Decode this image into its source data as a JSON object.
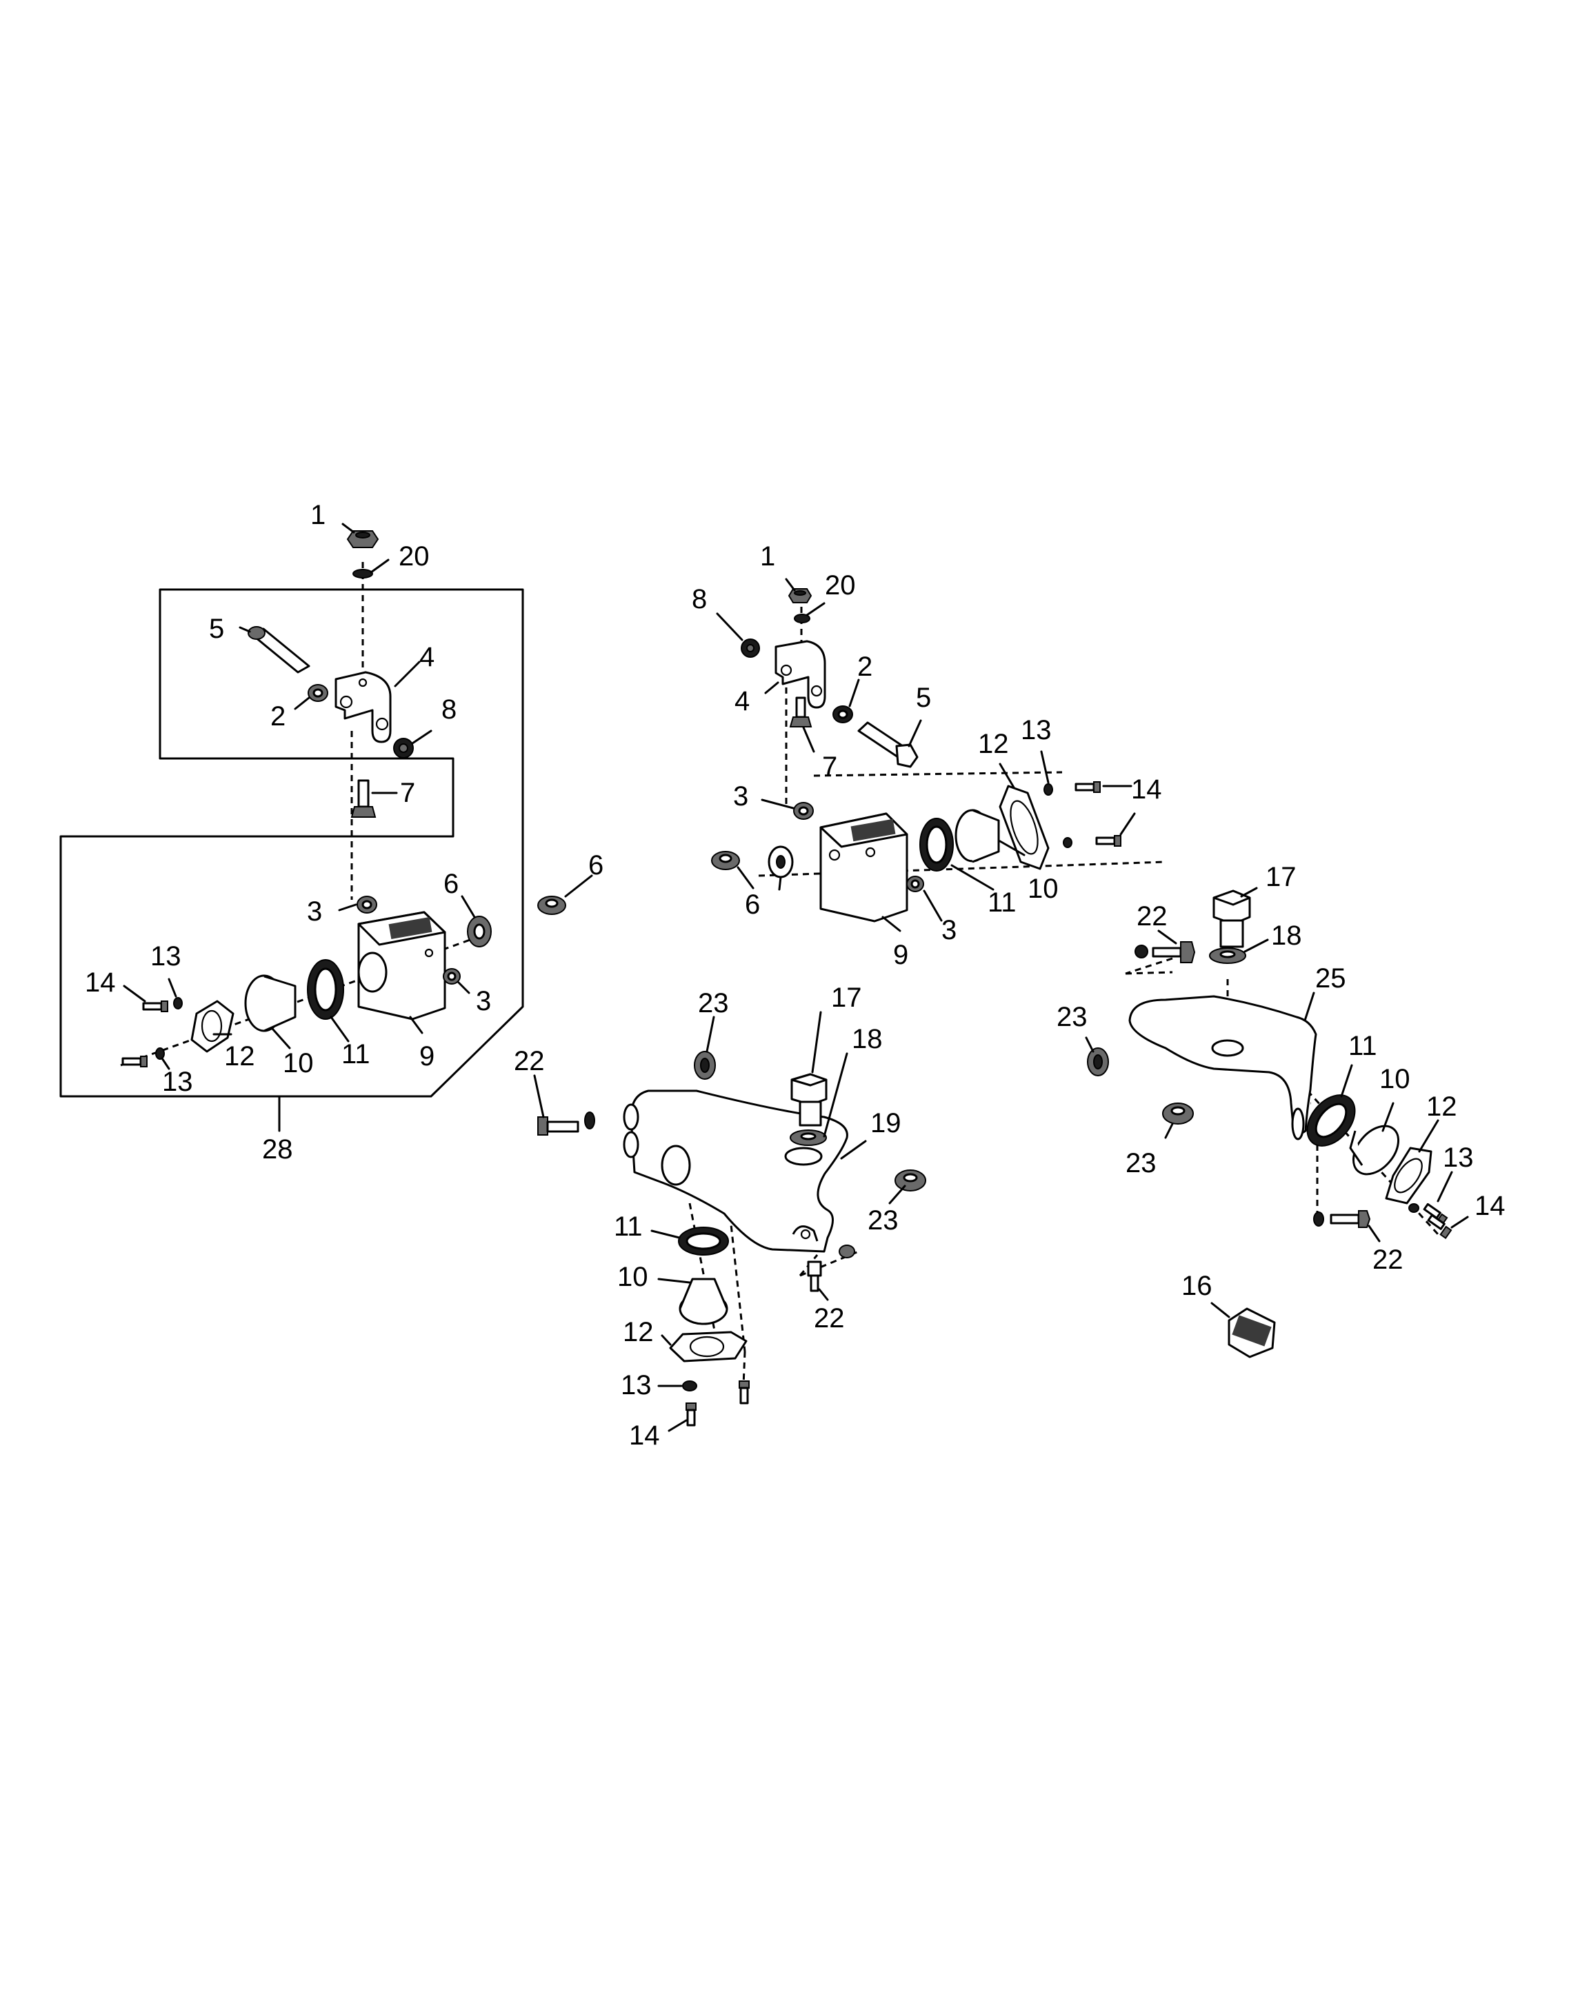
{
  "callouts": {
    "a1": "1",
    "a20": "20",
    "a5": "5",
    "a4": "4",
    "a2": "2",
    "a8": "8",
    "a7": "7",
    "a3a": "3",
    "a6": "6",
    "a3b": "3",
    "a14": "14",
    "a13a": "13",
    "a13b": "13",
    "a12": "12",
    "a10": "10",
    "a11": "11",
    "a9": "9",
    "a28": "28",
    "s6": "6",
    "b1": "1",
    "b20": "20",
    "b8": "8",
    "b2": "2",
    "b5": "5",
    "b4": "4",
    "b7": "7",
    "b12": "12",
    "b13": "13",
    "b14": "14",
    "b3a": "3",
    "b6": "6",
    "b3b": "3",
    "b11": "11",
    "b10": "10",
    "b9": "9",
    "c17": "17",
    "c23a": "23",
    "c18": "18",
    "c22a": "22",
    "c19": "19",
    "c23b": "23",
    "c11": "11",
    "c10": "10",
    "c22b": "22",
    "c12": "12",
    "c13": "13",
    "c14": "14",
    "d22a": "22",
    "d17": "17",
    "d18": "18",
    "d23a": "23",
    "d25": "25",
    "d11": "11",
    "d10": "10",
    "d12": "12",
    "d23b": "23",
    "d13": "13",
    "d14": "14",
    "d22b": "22",
    "d16": "16"
  }
}
